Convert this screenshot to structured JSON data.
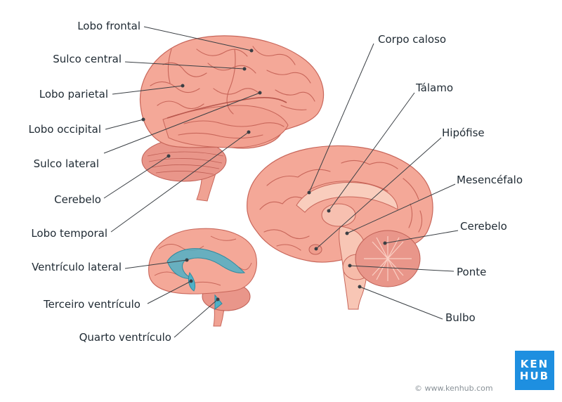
{
  "labels_left": [
    "Lobo frontal",
    "Sulco central",
    "Lobo parietal",
    "Lobo occipital",
    "Sulco lateral",
    "Cerebelo",
    "Lobo temporal",
    "Ventrículo lateral",
    "Terceiro ventrículo",
    "Quarto ventrículo"
  ],
  "labels_right": [
    "Corpo caloso",
    "Tálamo",
    "Hipófise",
    "Mesencéfalo",
    "Cerebelo",
    "Ponte",
    "Bulbo"
  ],
  "logo": {
    "line1": "KEN",
    "line2": "HUB"
  },
  "copyright": "© www.kenhub.com",
  "colors": {
    "brain": "#f4a898",
    "brain_dark": "#c8665a",
    "brain_light": "#fbd0c4",
    "ventricle": "#4fb0c6",
    "line": "#3a3f44",
    "logo_bg": "#1e8fe0"
  }
}
